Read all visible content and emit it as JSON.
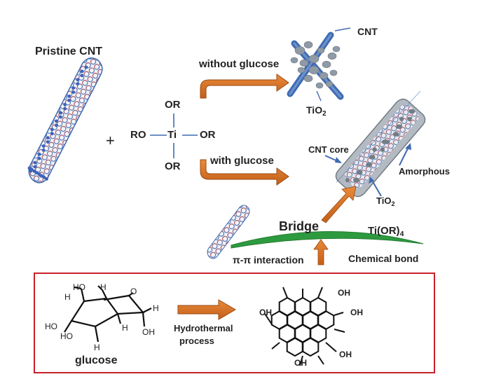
{
  "labels": {
    "pristine_cnt": "Pristine CNT",
    "plus": "+",
    "or_top": "OR",
    "ro_left": "RO",
    "ti": "Ti",
    "or_right": "OR",
    "or_bottom": "OR",
    "without_glucose": "without glucose",
    "with_glucose": "with  glucose",
    "cnt": "CNT",
    "tio2_top_main": "TiO",
    "tio2_top_sub": "2",
    "cnt_core": "CNT core",
    "amorphous": "Amorphous",
    "tio2_bottom_main": "TiO",
    "tio2_bottom_sub": "2",
    "bridge": "Bridge",
    "tior4_main": "Ti(OR)",
    "tior4_sub": "4",
    "pi_pi": "π-π interaction",
    "chemical_bond": "Chemical bond",
    "glucose_name": "glucose",
    "hydrothermal_line1": "Hydrothermal",
    "hydrothermal_line2": "process",
    "ho_1": "HO",
    "ho_2": "HO",
    "ho_3": "HO",
    "oh_1": "OH",
    "h_1": "H",
    "h_2": "H",
    "h_3": "H",
    "h_4": "H",
    "h_5": "H",
    "o_ring": "O",
    "pah_oh_left": "OH",
    "pah_oh_tr": "OH",
    "pah_oh_r": "OH",
    "pah_oh_br": "OH",
    "pah_oh_bottom": "OH"
  },
  "colors": {
    "arrow_orange": "#d9701f",
    "arrow_orange_dark": "#9c4a12",
    "cnt_blue": "#3f6cb2",
    "cnt_red": "#c64a4a",
    "node_blue": "#3b63b8",
    "particle_gray": "#8f9aa6",
    "bridge_green": "#2e9a3f",
    "box_red": "#c8202a",
    "shell_gray": "#8a949e"
  },
  "icons": {
    "reaction_arrow": "orange-arrow-icon",
    "nanotube": "carbon-nanotube-icon",
    "particle": "tio2-particle-icon"
  }
}
